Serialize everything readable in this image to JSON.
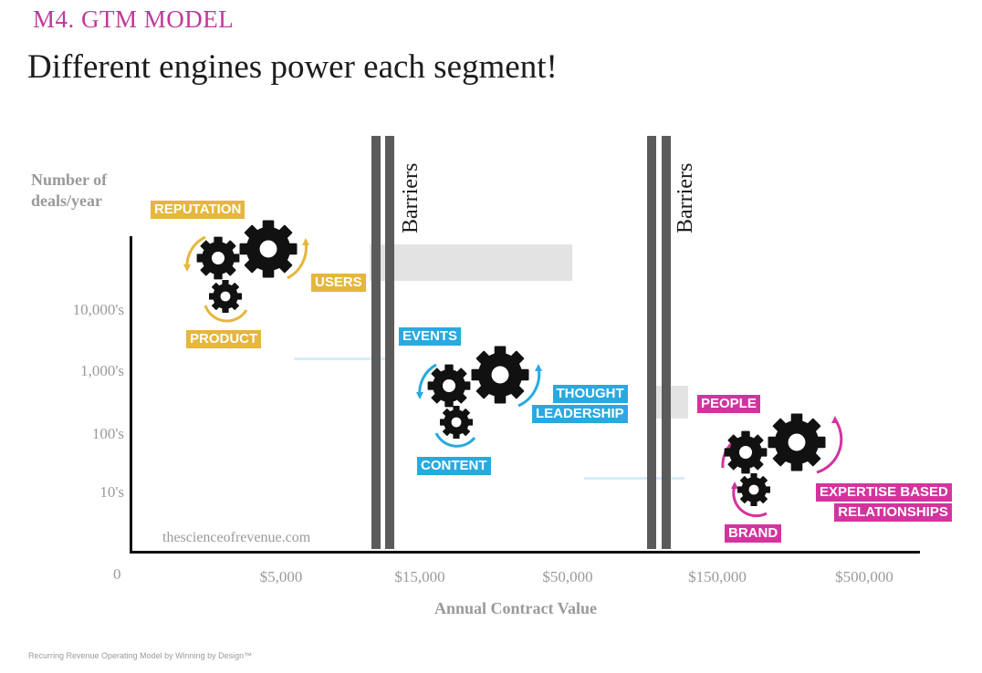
{
  "header": {
    "kicker": "M4. GTM MODEL",
    "title": "Different engines power each segment!"
  },
  "chart": {
    "ylabel_line1": "Number of",
    "ylabel_line2": "deals/year",
    "yticks": [
      "10,000's",
      "1,000's",
      "100's",
      "10's"
    ],
    "origin_label": "0",
    "xticks": [
      "$5,000",
      "$15,000",
      "$50,000",
      "$150,000",
      "$500,000"
    ],
    "xlabel": "Annual Contract Value",
    "barrier_label": "Barriers",
    "watermark": "thescienceofrevenue.com"
  },
  "segments": {
    "self_serve": {
      "color": "#e6b63d",
      "tags": {
        "reputation": "REPUTATION",
        "users": "USERS",
        "product": "PRODUCT"
      }
    },
    "mid_market": {
      "color": "#29a9e0",
      "tags": {
        "events": "EVENTS",
        "thought": "THOUGHT",
        "leadership": "LEADERSHIP",
        "content": "CONTENT"
      }
    },
    "enterprise": {
      "color": "#d2349e",
      "tags": {
        "people": "PEOPLE",
        "expertise": "EXPERTISE BASED",
        "relationships": "RELATIONSHIPS",
        "brand": "BRAND"
      }
    }
  },
  "footer": {
    "text": "Recurring Revenue Operating Model by  Winning by Design™"
  }
}
